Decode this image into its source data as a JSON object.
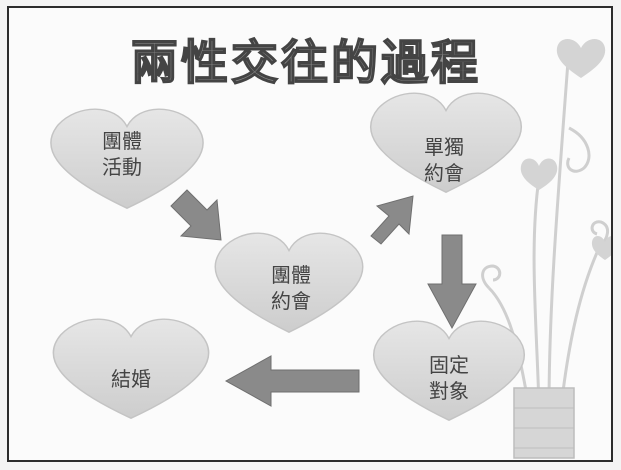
{
  "title": "兩性交往的過程",
  "nodes": [
    {
      "id": "group-activity",
      "lines": [
        "團體",
        "活動"
      ]
    },
    {
      "id": "group-date",
      "lines": [
        "團體",
        "約會"
      ]
    },
    {
      "id": "single-date",
      "lines": [
        "單獨",
        "約會"
      ]
    },
    {
      "id": "steady-partner",
      "lines": [
        "固定",
        "對象"
      ]
    },
    {
      "id": "marriage",
      "lines": [
        "結婚"
      ]
    }
  ],
  "flow": [
    [
      "group-activity",
      "group-date"
    ],
    [
      "group-date",
      "single-date"
    ],
    [
      "single-date",
      "steady-partner"
    ],
    [
      "steady-partner",
      "marriage"
    ]
  ],
  "colors": {
    "heart_fill": "#d8d8d8",
    "arrow_fill": "#8a8a8a",
    "title_fill": "#8e8e8e",
    "decor_line": "#cfcfcf"
  }
}
